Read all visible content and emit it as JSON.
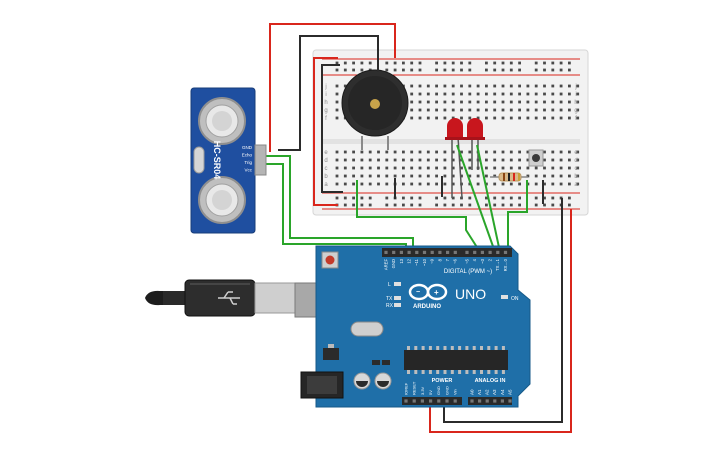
{
  "sensor": {
    "model": "HC-SR04",
    "pins": [
      "GND",
      "Echo",
      "Trig",
      "Vcc"
    ]
  },
  "arduino": {
    "brand": "ARDUINO",
    "model": "UNO",
    "digital_label": "DIGITAL (PWM ~)",
    "power_label": "POWER",
    "analog_label": "ANALOG IN",
    "on_label": "ON",
    "l_label": "L",
    "tx_label": "TX",
    "rx_label": "RX",
    "digital_pins": [
      "AREF",
      "GND",
      "13",
      "12",
      "~11",
      "~10",
      "~9",
      "8",
      "7",
      "~6",
      "~5",
      "4",
      "~3",
      "2",
      "TX→1",
      "RX←0"
    ],
    "power_pins": [
      "IOREF",
      "RESET",
      "3.3V",
      "5V",
      "GND",
      "GND",
      "Vin"
    ],
    "analog_pins": [
      "A0",
      "A1",
      "A2",
      "A3",
      "A4",
      "A5"
    ]
  },
  "breadboard": {
    "row_letters_top": [
      "j",
      "i",
      "h",
      "g",
      "f"
    ],
    "row_letters_bottom": [
      "e",
      "d",
      "c",
      "b",
      "a"
    ]
  },
  "colors": {
    "wire_red": "#d9261c",
    "wire_black": "#2b2b2b",
    "wire_green": "#2aa52a",
    "board_blue": "#1f6fa8",
    "sensor_blue": "#1f4fa0",
    "led_red": "#c8161d"
  }
}
